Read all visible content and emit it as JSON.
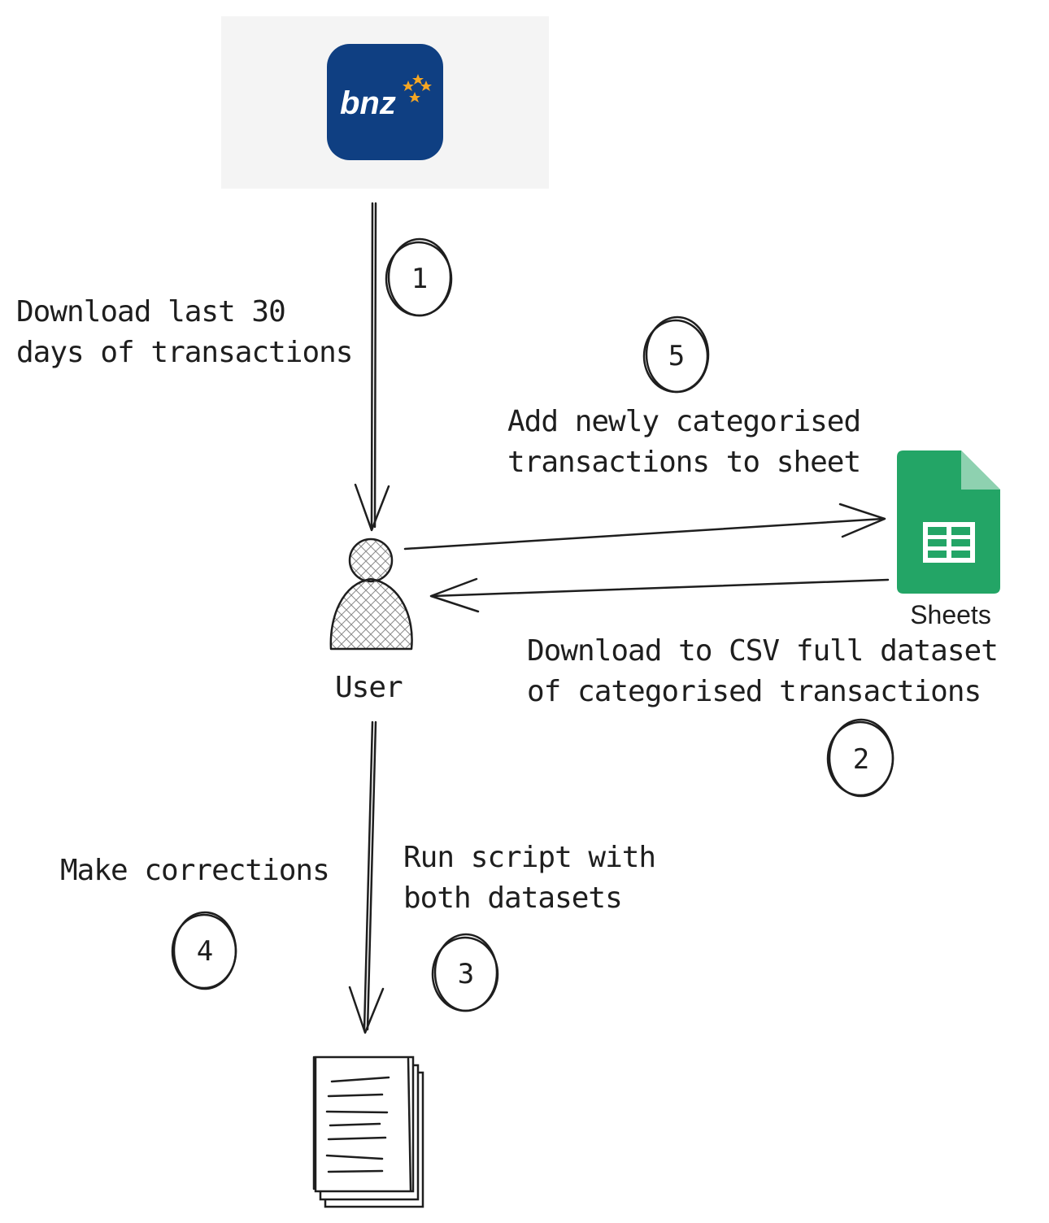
{
  "bank": {
    "logo_text": "bnz",
    "brand_color": "#0f3f82",
    "star_color": "#f5a623",
    "panel_color": "#f4f4f4"
  },
  "user": {
    "label": "User"
  },
  "sheets": {
    "label": "Sheets",
    "color": "#23a566",
    "fold_color": "#8ed1b0"
  },
  "steps": {
    "step1": {
      "number": "1",
      "line1": "Download last 30",
      "line2": "days of transactions"
    },
    "step2": {
      "number": "2",
      "line1": "Download to CSV full dataset",
      "line2": "of categorised transactions"
    },
    "step3": {
      "number": "3",
      "line1": "Run script with",
      "line2": "both datasets"
    },
    "step4": {
      "number": "4",
      "line1": "Make corrections"
    },
    "step5": {
      "number": "5",
      "line1": "Add newly categorised",
      "line2": "transactions to sheet"
    }
  },
  "colors": {
    "ink": "#1e1e1e"
  }
}
